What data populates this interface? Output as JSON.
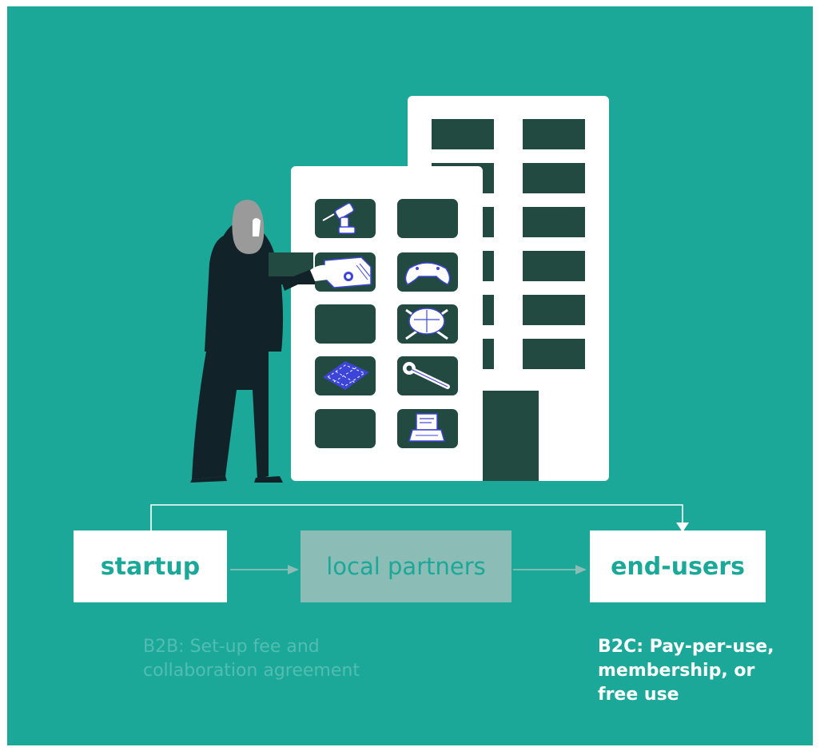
{
  "diagram": {
    "boxes": {
      "startup": "startup",
      "local_partners": "local partners",
      "end_users": "end-users"
    },
    "notes": {
      "b2b": [
        "B2B: Set-up fee and",
        "collaboration agreement"
      ],
      "b2c": [
        "B2C: Pay-per-use,",
        "membership, or",
        "free use"
      ]
    }
  },
  "colors": {
    "background": "#1ba898",
    "building": "#ffffff",
    "window": "#234a40",
    "figure": "#112228",
    "hair": "#9a9a9a",
    "icon": "#3d45d8",
    "partner_box": "#8bbcb5"
  },
  "icons": [
    "drill-icon",
    "projector-icon",
    "game-controller-icon",
    "tool-bundle-icon",
    "mat-icon",
    "wrench-icon",
    "laptop-icon"
  ]
}
